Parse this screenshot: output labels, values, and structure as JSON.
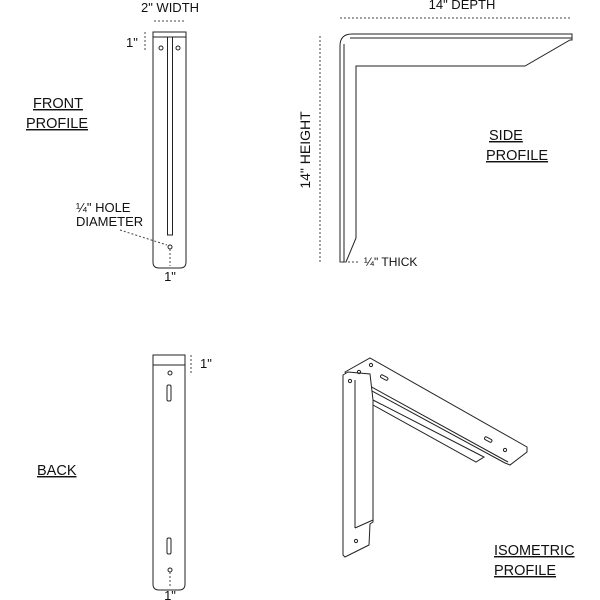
{
  "front": {
    "title_line1": "FRONT",
    "title_line2": "PROFILE",
    "width_label": "2\" WIDTH",
    "top_offset": "1\"",
    "bottom_offset": "1\"",
    "hole_line1": "¼\" HOLE",
    "hole_line2": "DIAMETER"
  },
  "side": {
    "title_line1": "SIDE",
    "title_line2": "PROFILE",
    "depth_label": "14\" DEPTH",
    "height_label": "14\" HEIGHT",
    "thick_label": "¼\" THICK"
  },
  "back": {
    "title": "BACK",
    "top_offset": "1\"",
    "bottom_offset": "1\""
  },
  "isometric": {
    "title_line1": "ISOMETRIC",
    "title_line2": "PROFILE"
  }
}
